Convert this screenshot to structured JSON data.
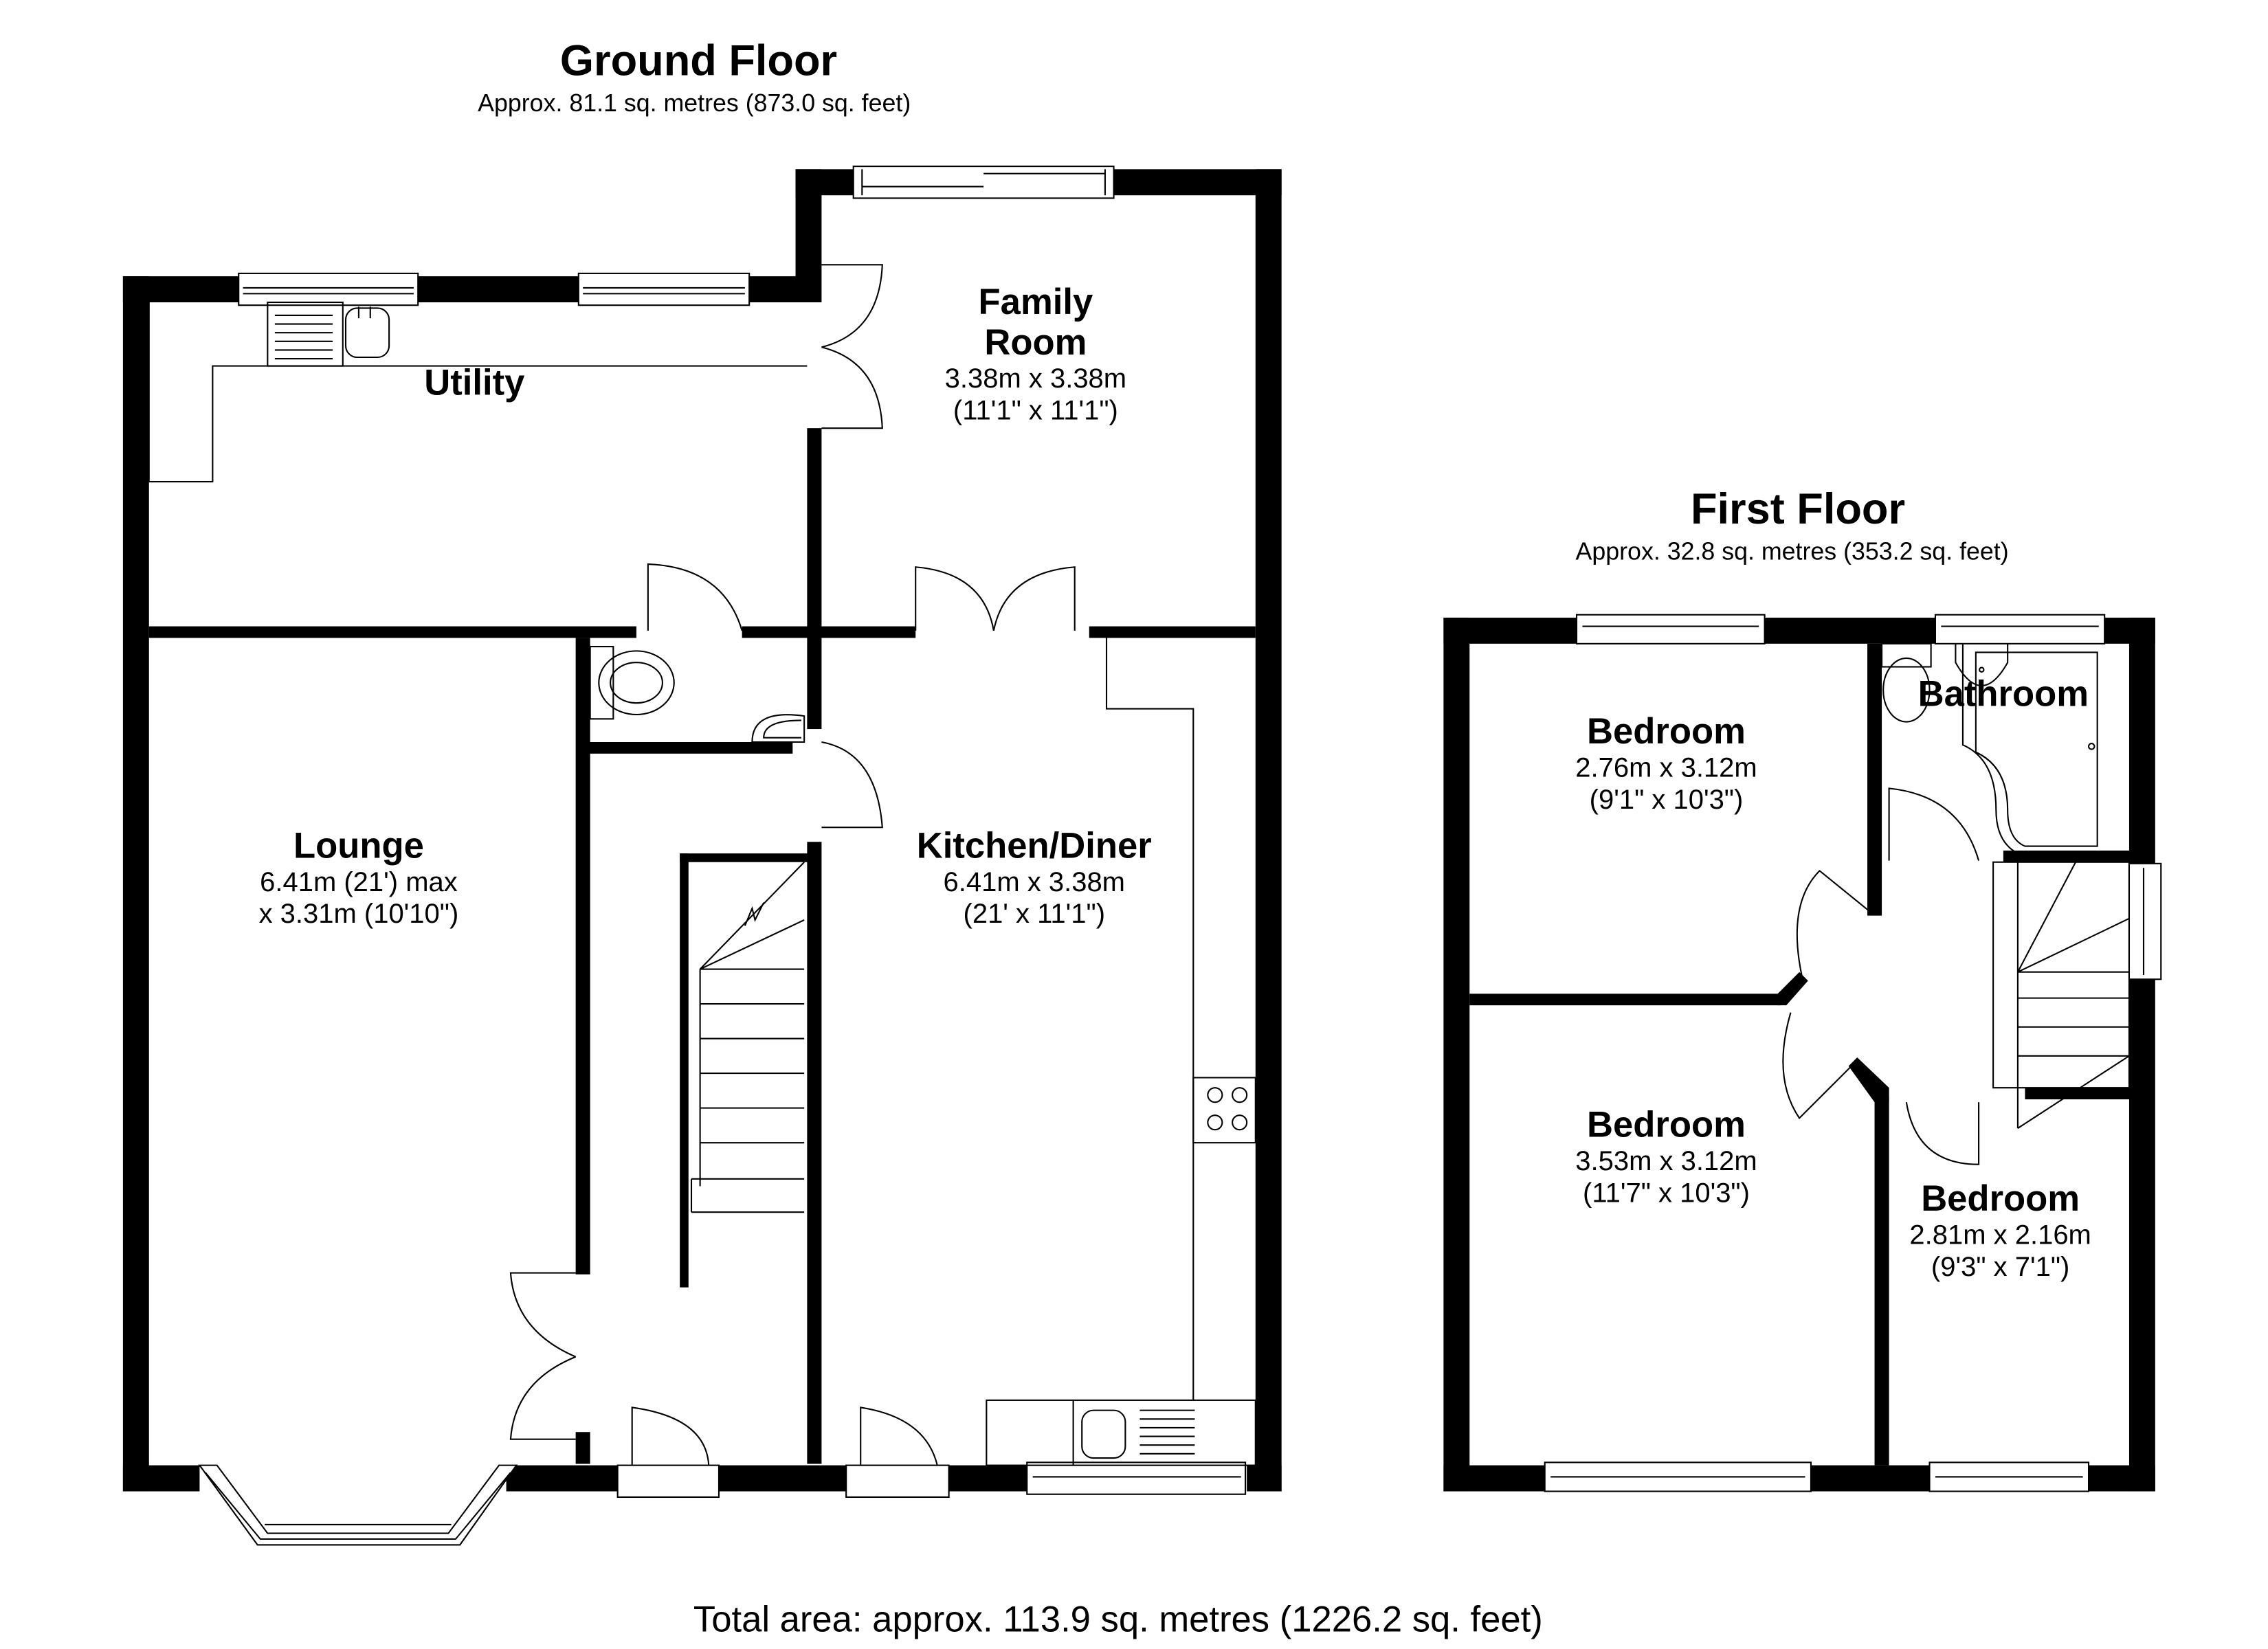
{
  "ground_floor": {
    "title": "Ground Floor",
    "area": "Approx. 81.1 sq. metres (873.0 sq. feet)",
    "rooms": [
      {
        "name": "Utility",
        "dims": []
      },
      {
        "name_line1": "Family",
        "name_line2": "Room",
        "dims": [
          "3.38m x 3.38m",
          "(11'1\" x 11'1\")"
        ]
      },
      {
        "name": "Lounge",
        "dims": [
          "6.41m (21') max",
          "x 3.31m (10'10\")"
        ]
      },
      {
        "name": "Kitchen/Diner",
        "dims": [
          "6.41m x 3.38m",
          "(21' x 11'1\")"
        ]
      }
    ]
  },
  "first_floor": {
    "title": "First Floor",
    "area": "Approx. 32.8 sq. metres (353.2 sq. feet)",
    "rooms": [
      {
        "name": "Bedroom",
        "dims": [
          "2.76m x 3.12m",
          "(9'1\" x 10'3\")"
        ]
      },
      {
        "name": "Bathroom",
        "dims": []
      },
      {
        "name": "Bedroom",
        "dims": [
          "3.53m x 3.12m",
          "(11'7\" x 10'3\")"
        ]
      },
      {
        "name": "Bedroom",
        "dims": [
          "2.81m x 2.16m",
          "(9'3\" x 7'1\")"
        ]
      }
    ]
  },
  "total_area": "Total area: approx. 113.9 sq. metres (1226.2 sq. feet)"
}
